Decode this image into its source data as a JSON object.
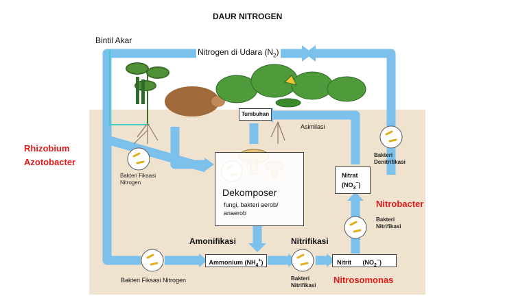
{
  "title": "DAUR NITROGEN",
  "labels": {
    "bintil_akar": "Bintil Akar",
    "nitrogen_udara": "Nitrogen di Udara (N",
    "nitrogen_udara_sub": "2",
    "nitrogen_udara_close": ")",
    "tumbuhan": "Tumbuhan",
    "asimilasi": "Asimilasi",
    "bakteri_fiksasi_1": "Bakteri Fiksasi Nitrogen",
    "bakteri_fiksasi_2": "Bakteri Fiksasi Nitrogen",
    "bakteri_denitrifikasi": "Bakteri Denitrifikasi",
    "bakteri_nitrifikasi_1": "Bakteri Nitrifikasi",
    "bakteri_nitrifikasi_2": "Bakteri Nitrifikasi",
    "dekomposer": "Dekomposer",
    "dekomposer_desc": "fungi, bakteri aerob/ anaerob",
    "amonifikasi": "Amonifikasi",
    "nitrifikasi": "Nitrifikasi",
    "amonium": "Ammonium (NH",
    "amonium_sub": "4",
    "amonium_sup": "+",
    "amonium_close": ")",
    "nitrit": "Nitrit",
    "nitrit_formula": "(NO",
    "nitrit_sub": "2",
    "nitrit_sup": "−",
    "nitrit_close": ")",
    "nitrat": "Nitrat",
    "nitrat_formula": "(NO",
    "nitrat_sub": "3",
    "nitrat_sup": "−",
    "nitrat_close": ")"
  },
  "organisms": {
    "rhizobium": "Rhizobium",
    "azotobacter": "Azotobacter",
    "nitrobacter": "Nitrobacter",
    "nitrosomonas": "Nitrosomonas"
  },
  "colors": {
    "arrow": "#7cc0ec",
    "soil": "#efe2cf",
    "organism_label": "#e01b1b",
    "nodule_line": "#3ad0c8"
  }
}
